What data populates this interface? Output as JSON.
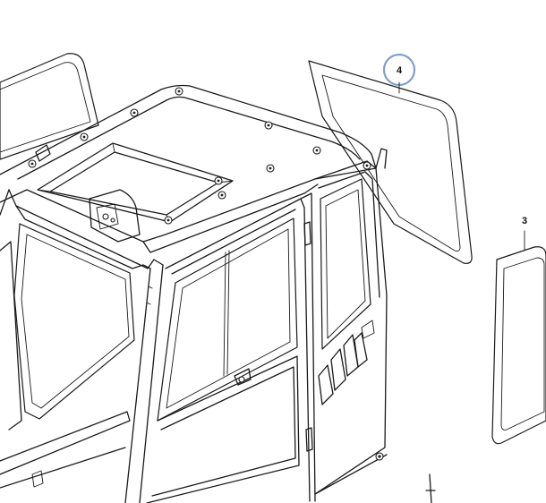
{
  "callouts": [
    {
      "id": "4",
      "label": "4",
      "highlighted": true
    },
    {
      "id": "3",
      "label": "3",
      "highlighted": false
    }
  ],
  "colors": {
    "line": "#1a1a1a",
    "highlight_ring": "#7f9fcf",
    "background": "#ffffff"
  }
}
